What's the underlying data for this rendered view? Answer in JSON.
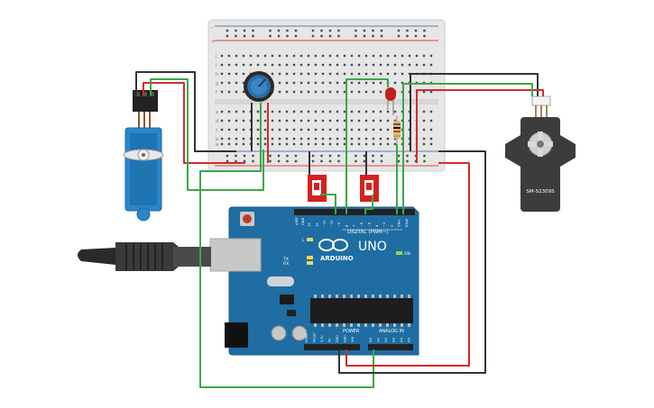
{
  "board": {
    "brand": "ARDUINO",
    "model": "UNO",
    "digital_label": "DIGITAL (PWM~)",
    "power_label": "POWER",
    "analog_label": "ANALOG IN",
    "on_label": "ON",
    "tx_label": "TX",
    "rx_label": "RX",
    "l_label": "L",
    "aref_label": "AREF",
    "gnd_label": "GND",
    "digital_pins": [
      "13",
      "12",
      "~11",
      "~10",
      "~9",
      "8",
      "7",
      "~6",
      "~5",
      "4",
      "~3",
      "2",
      "TX▸1",
      "RX◂0"
    ],
    "power_pins": [
      "IOREF",
      "RESET",
      "3.3V",
      "5V",
      "GND",
      "GND",
      "VIN"
    ],
    "analog_pins": [
      "A0",
      "A1",
      "A2",
      "A3",
      "A4",
      "A5"
    ]
  },
  "breadboard": {
    "row_letters_top": [
      "j",
      "i",
      "h",
      "g",
      "f"
    ],
    "row_letters_bottom": [
      "e",
      "d",
      "c",
      "b",
      "a"
    ],
    "plus": "+",
    "minus": "-"
  },
  "servo_right": {
    "model": "SM-S2309S"
  },
  "colors": {
    "wire_red": "#d42a2a",
    "wire_black": "#333333",
    "wire_green": "#3aa84a",
    "board_blue": "#1f6da3",
    "breadboard": "#e7e7e7",
    "servo_blue": "#2a86c8",
    "servo_dark": "#3f3f3f",
    "slide_switch_red": "#d62020"
  }
}
